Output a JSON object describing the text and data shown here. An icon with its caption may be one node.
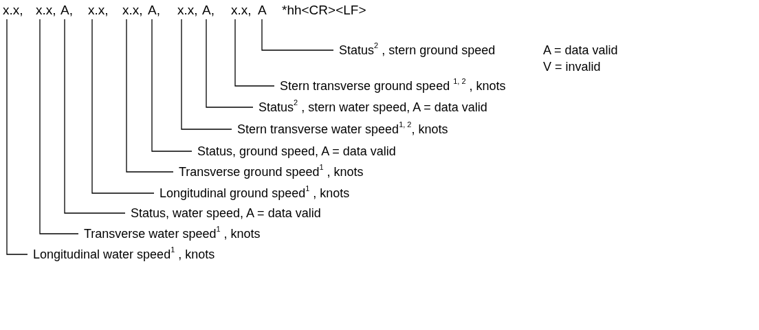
{
  "diagram": {
    "nodes": [
      {
        "text": [
          "x.x,"
        ]
      },
      {
        "text": [
          "x.x,"
        ]
      },
      {
        "text": [
          "A,"
        ]
      },
      {
        "text": [
          "x.x,"
        ]
      },
      {
        "text": [
          "x.x,"
        ]
      },
      {
        "text": [
          "A,"
        ]
      },
      {
        "text": [
          "x.x,"
        ]
      },
      {
        "text": [
          "A,"
        ]
      },
      {
        "text": [
          "x.x,"
        ]
      },
      {
        "text": [
          "A"
        ]
      },
      {
        "text": [
          "Status$^{2}$ , stern ground speed"
        ]
      },
      {
        "text": [
          "Stern transverse ground speed $^{1, 2}$ , knots"
        ]
      },
      {
        "text": [
          "Status$^{2}$ , stern water speed, A = data valid"
        ]
      },
      {
        "text": [
          "Stern transverse water speed$^{1, 2}$, knots"
        ]
      },
      {
        "text": [
          "Status, ground speed, A = data valid"
        ]
      },
      {
        "text": [
          "Transverse ground speed$^{1}$ , knots"
        ]
      },
      {
        "text": [
          "Longitudinal ground speed$^{1}$ , knots"
        ]
      },
      {
        "text": [
          "Status, water speed, A = data valid"
        ]
      },
      {
        "text": [
          "Transverse water speed$^{1}$ , knots"
        ]
      },
      {
        "text": [
          "Longitudinal water speed$^{1}$ , knots"
        ]
      }
    ],
    "edges": [
      {
        "from": 10,
        "to": 9,
        "arrow": "none"
      },
      {
        "from": 11,
        "to": 8,
        "arrow": "none"
      },
      {
        "from": 12,
        "to": 7,
        "arrow": "none"
      },
      {
        "from": 13,
        "to": 6,
        "arrow": "none"
      },
      {
        "from": 14,
        "to": 5,
        "arrow": "none"
      },
      {
        "from": 15,
        "to": 4,
        "arrow": "none"
      },
      {
        "from": 16,
        "to": 3,
        "arrow": "none"
      },
      {
        "from": 17,
        "to": 2,
        "arrow": "none"
      },
      {
        "from": 18,
        "to": 1,
        "arrow": "none"
      },
      {
        "from": 19,
        "to": 0,
        "arrow": "none"
      }
    ],
    "labels": [
      "*hh<CR><LF>",
      "A = data valid",
      "V = invalid"
    ]
  }
}
